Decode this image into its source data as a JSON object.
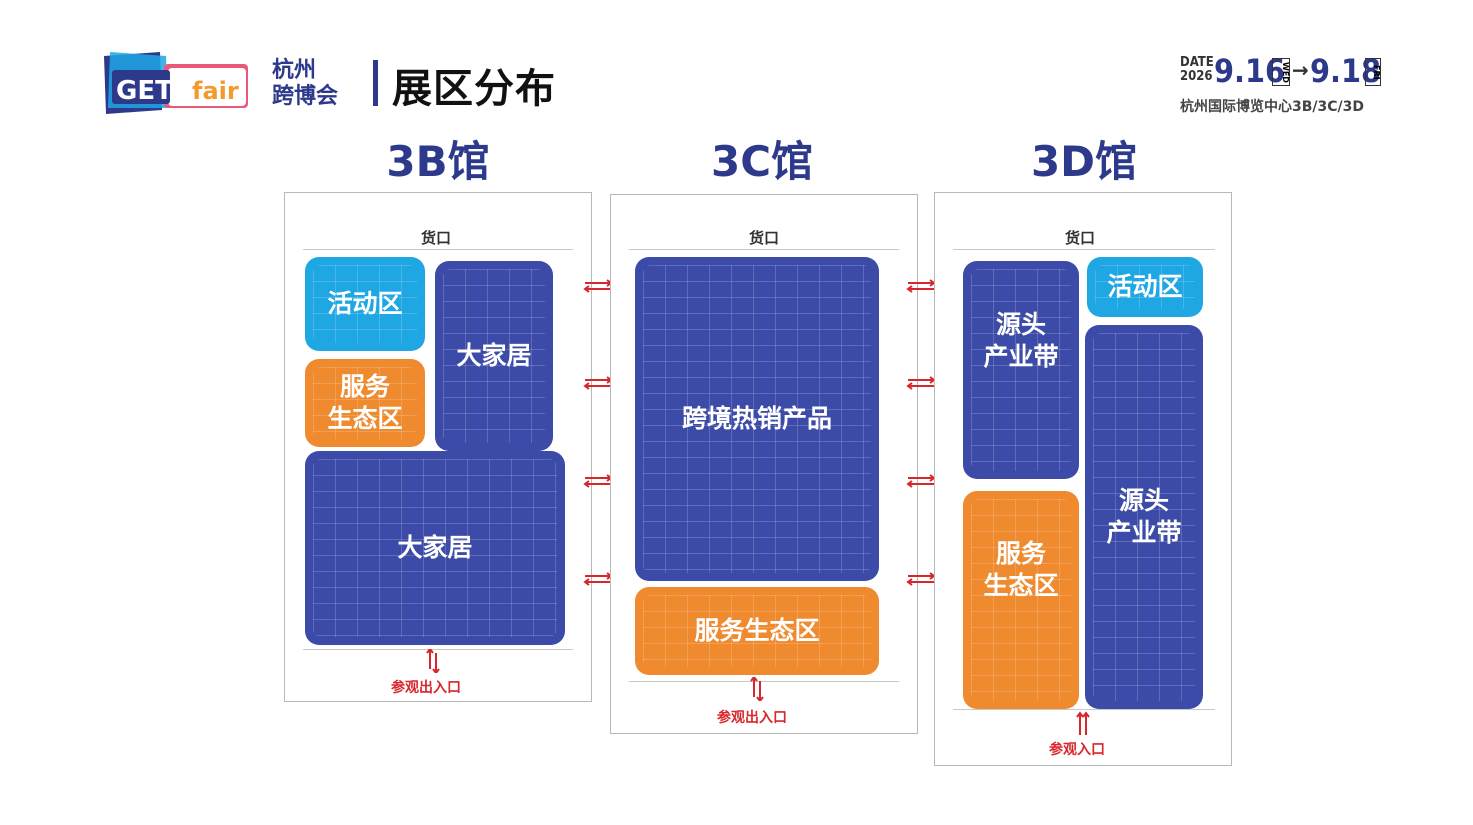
{
  "header": {
    "logo": {
      "brand": "GET",
      "sub": "fair",
      "name_line1": "杭州",
      "name_line2": "跨博会"
    },
    "page_title": "展区分布",
    "date": {
      "label_top": "DATE",
      "label_bottom": "2026",
      "start": "9.16",
      "start_day": "WED",
      "arrow": "→",
      "end": "9.18",
      "end_day": "FRI"
    },
    "venue": "杭州国际博览中心3B/3C/3D"
  },
  "colors": {
    "brand_blue": "#2d3a8c",
    "zone_blue": "#3c4ba7",
    "zone_orange": "#ef8a2e",
    "zone_cyan": "#1ea7e3",
    "entry_red": "#d8262d"
  },
  "halls": [
    {
      "title": "3B馆",
      "cargo": "货口",
      "entry": "参观出入口",
      "zones": [
        {
          "label": "活动区",
          "color": "cyan"
        },
        {
          "label": "大家居",
          "color": "blue"
        },
        {
          "label": "服务\n生态区",
          "color": "orange"
        },
        {
          "label": "大家居",
          "color": "blue"
        }
      ]
    },
    {
      "title": "3C馆",
      "cargo": "货口",
      "entry": "参观出入口",
      "zones": [
        {
          "label": "跨境热销产品",
          "color": "blue"
        },
        {
          "label": "服务生态区",
          "color": "orange"
        }
      ]
    },
    {
      "title": "3D馆",
      "cargo": "货口",
      "entry": "参观入口",
      "zones": [
        {
          "label": "源头\n产业带",
          "color": "blue"
        },
        {
          "label": "活动区",
          "color": "cyan"
        },
        {
          "label": "源头\n产业带",
          "color": "blue"
        },
        {
          "label": "服务\n生态区",
          "color": "orange"
        }
      ]
    }
  ]
}
